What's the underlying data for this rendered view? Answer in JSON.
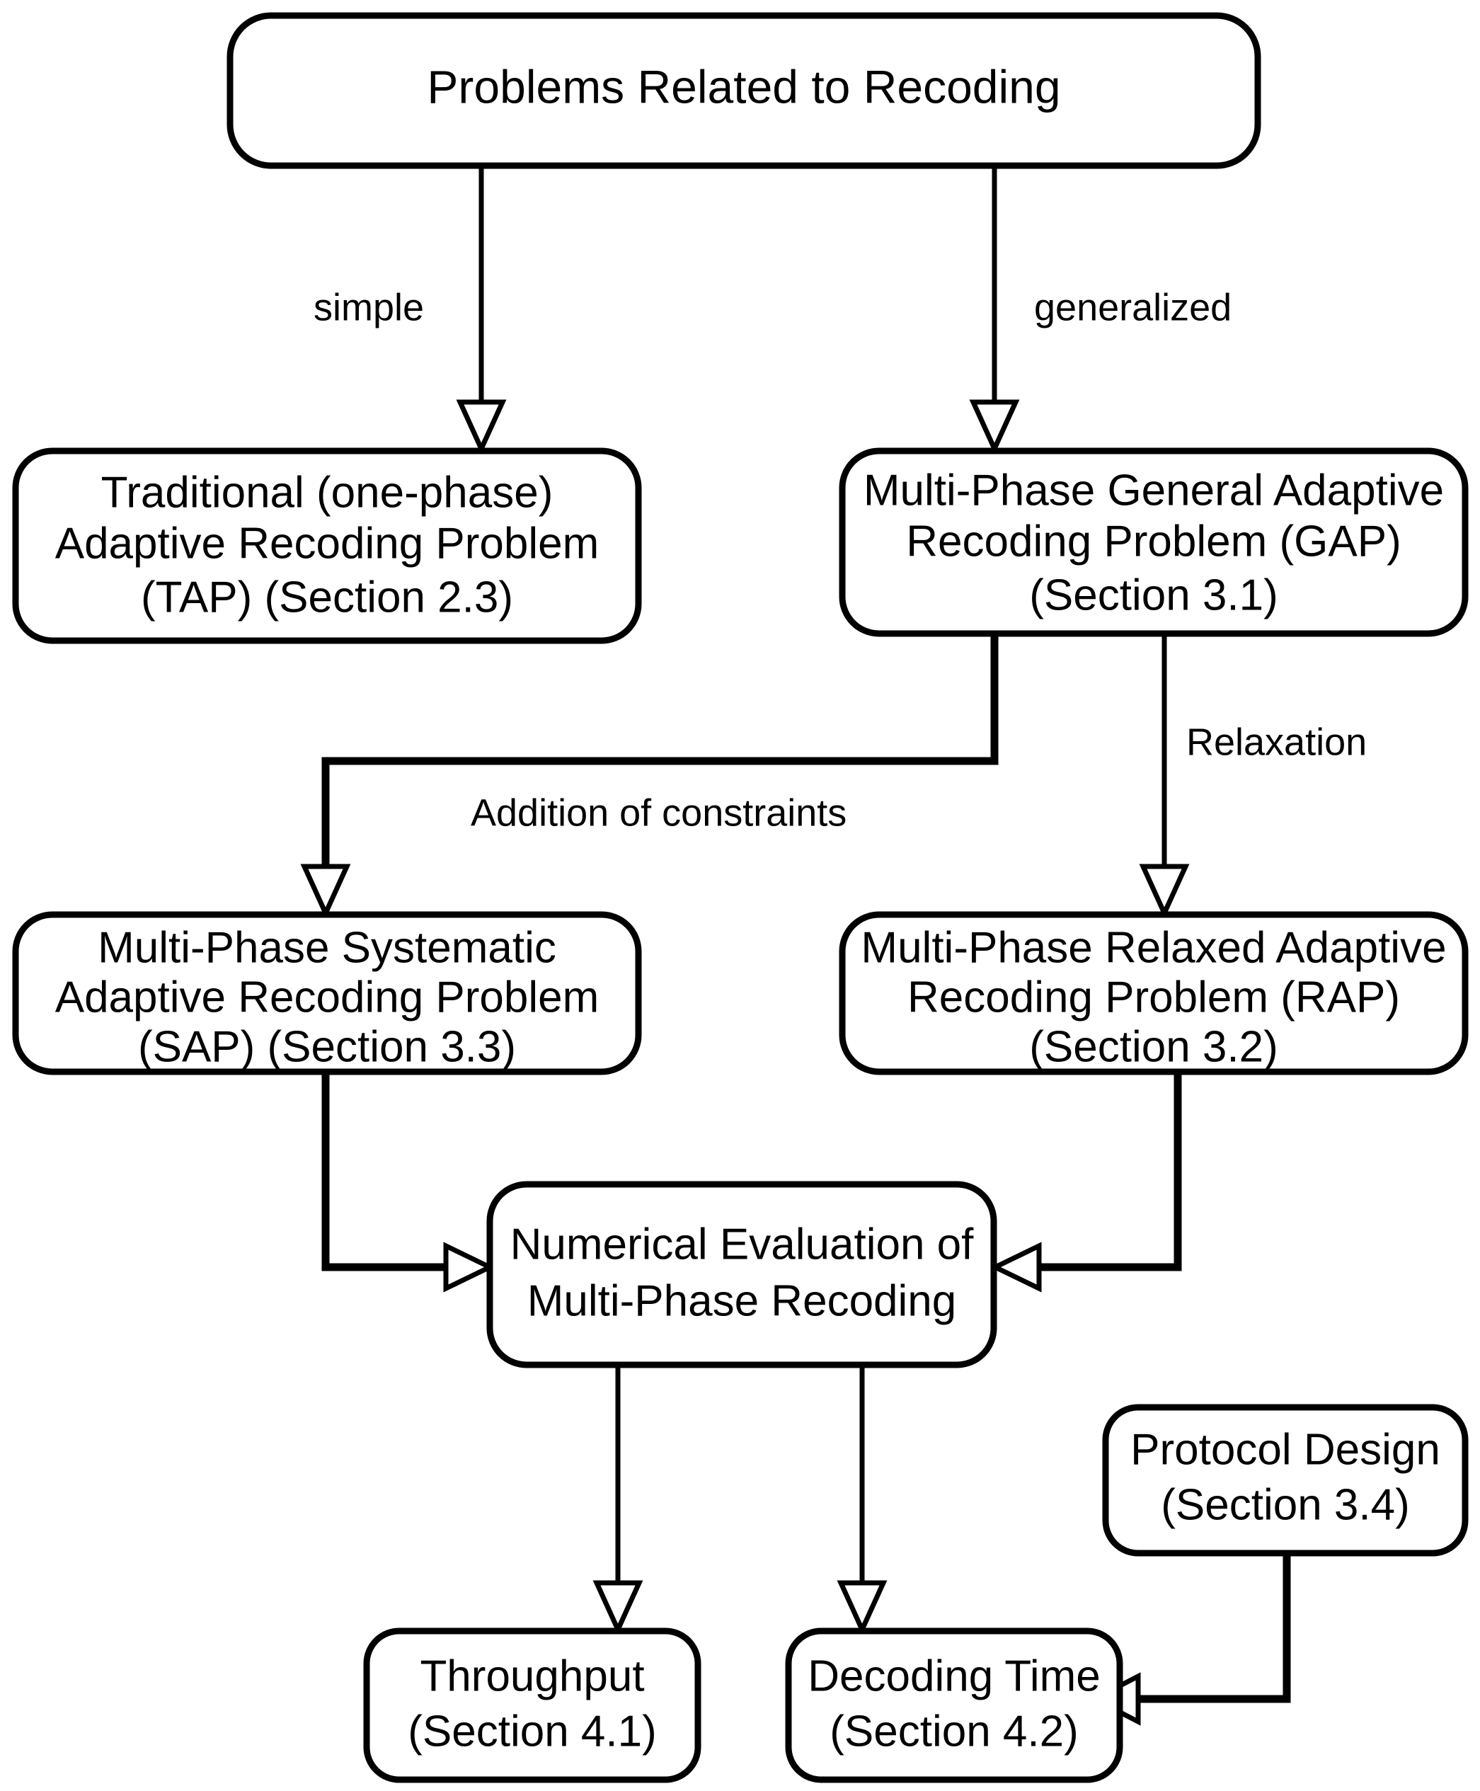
{
  "diagram": {
    "title": "Problems Related to Recoding flowchart",
    "background_color": "#ffffff",
    "line_color": "#000000",
    "text_color": "#000000"
  },
  "nodes": {
    "root": {
      "id": "problems-related-to-recoding",
      "lines": [
        "Problems Related to Recoding"
      ]
    },
    "tap": {
      "id": "traditional-adaptive-recoding-problem",
      "lines": [
        "Traditional (one-phase)",
        "Adaptive Recoding Problem",
        "(TAP)  (Section 2.3)"
      ]
    },
    "gap": {
      "id": "multi-phase-general-adaptive-recoding-problem",
      "lines": [
        "Multi-Phase General Adaptive",
        "Recoding Problem (GAP)",
        "(Section 3.1)"
      ]
    },
    "sap": {
      "id": "multi-phase-systematic-adaptive-recoding-problem",
      "lines": [
        "Multi-Phase Systematic",
        "Adaptive Recoding Problem",
        "(SAP)  (Section 3.3)"
      ]
    },
    "rap": {
      "id": "multi-phase-relaxed-adaptive-recoding-problem",
      "lines": [
        "Multi-Phase Relaxed Adaptive",
        "Recoding Problem (RAP)",
        "(Section 3.2)"
      ]
    },
    "numerical": {
      "id": "numerical-evaluation-of-multi-phase-recoding",
      "lines": [
        "Numerical Evaluation of",
        "Multi-Phase Recoding"
      ]
    },
    "protocol": {
      "id": "protocol-design",
      "lines": [
        "Protocol Design",
        "(Section 3.4)"
      ]
    },
    "throughput": {
      "id": "throughput",
      "lines": [
        "Throughput",
        "(Section 4.1)"
      ]
    },
    "decoding": {
      "id": "decoding-time",
      "lines": [
        "Decoding Time",
        "(Section 4.2)"
      ]
    }
  },
  "edge_labels": {
    "simple": "simple",
    "generalized": "generalized",
    "addition_of_constraints": "Addition of constraints",
    "relaxation": "Relaxation"
  },
  "edges": [
    {
      "from": "root",
      "to": "tap",
      "label": "simple"
    },
    {
      "from": "root",
      "to": "gap",
      "label": "generalized"
    },
    {
      "from": "gap",
      "to": "sap",
      "label": "Addition of constraints"
    },
    {
      "from": "gap",
      "to": "rap",
      "label": "Relaxation"
    },
    {
      "from": "sap",
      "to": "numerical",
      "label": ""
    },
    {
      "from": "rap",
      "to": "numerical",
      "label": ""
    },
    {
      "from": "numerical",
      "to": "throughput",
      "label": ""
    },
    {
      "from": "numerical",
      "to": "decoding",
      "label": ""
    },
    {
      "from": "protocol",
      "to": "decoding",
      "label": ""
    }
  ]
}
